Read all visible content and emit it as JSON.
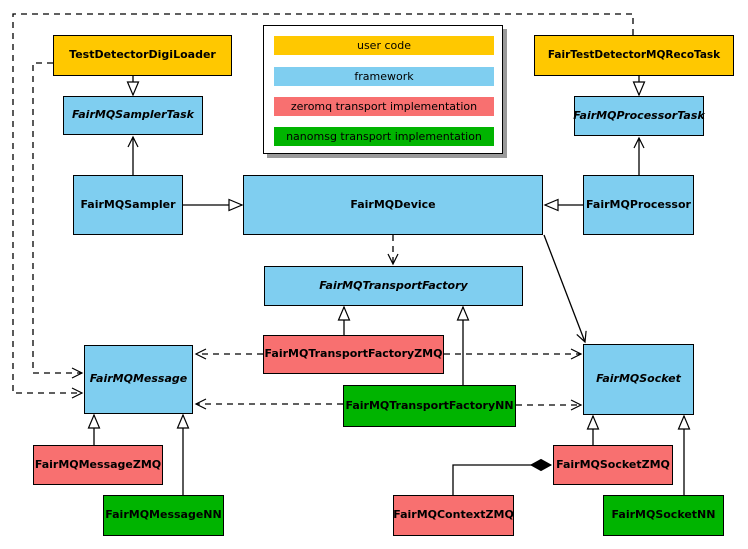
{
  "colors": {
    "user_code": "#FFC800",
    "framework": "#7FCEF0",
    "zeromq": "#F87070",
    "nanomsg": "#00B400"
  },
  "legend": {
    "items": [
      {
        "label": "user code",
        "color": "#FFC800"
      },
      {
        "label": "framework",
        "color": "#7FCEF0"
      },
      {
        "label": "zeromq transport implementation",
        "color": "#F87070"
      },
      {
        "label": "nanomsg transport implementation",
        "color": "#00B400"
      }
    ]
  },
  "nodes": {
    "testDetectorDigiLoader": {
      "label": "TestDetectorDigiLoader",
      "category": "user_code",
      "abstract": false
    },
    "fairTestDetectorMQRecoTask": {
      "label": "FairTestDetectorMQRecoTask",
      "category": "user_code",
      "abstract": false
    },
    "fairMQSamplerTask": {
      "label": "FairMQSamplerTask",
      "category": "framework",
      "abstract": true
    },
    "fairMQProcessorTask": {
      "label": "FairMQProcessorTask",
      "category": "framework",
      "abstract": true
    },
    "fairMQSampler": {
      "label": "FairMQSampler",
      "category": "framework",
      "abstract": false
    },
    "fairMQDevice": {
      "label": "FairMQDevice",
      "category": "framework",
      "abstract": false
    },
    "fairMQProcessor": {
      "label": "FairMQProcessor",
      "category": "framework",
      "abstract": false
    },
    "fairMQTransportFactory": {
      "label": "FairMQTransportFactory",
      "category": "framework",
      "abstract": true
    },
    "fairMQTransportFactoryZMQ": {
      "label": "FairMQTransportFactoryZMQ",
      "category": "zeromq",
      "abstract": false
    },
    "fairMQTransportFactoryNN": {
      "label": "FairMQTransportFactoryNN",
      "category": "nanomsg",
      "abstract": false
    },
    "fairMQMessage": {
      "label": "FairMQMessage",
      "category": "framework",
      "abstract": true
    },
    "fairMQSocket": {
      "label": "FairMQSocket",
      "category": "framework",
      "abstract": true
    },
    "fairMQMessageZMQ": {
      "label": "FairMQMessageZMQ",
      "category": "zeromq",
      "abstract": false
    },
    "fairMQMessageNN": {
      "label": "FairMQMessageNN",
      "category": "nanomsg",
      "abstract": false
    },
    "fairMQContextZMQ": {
      "label": "FairMQContextZMQ",
      "category": "zeromq",
      "abstract": false
    },
    "fairMQSocketZMQ": {
      "label": "FairMQSocketZMQ",
      "category": "zeromq",
      "abstract": false
    },
    "fairMQSocketNN": {
      "label": "FairMQSocketNN",
      "category": "nanomsg",
      "abstract": false
    }
  },
  "edges": [
    {
      "from": "TestDetectorDigiLoader",
      "to": "FairMQSamplerTask",
      "line": "solid",
      "arrow": "hollow-triangle"
    },
    {
      "from": "FairTestDetectorMQRecoTask",
      "to": "FairMQProcessorTask",
      "line": "solid",
      "arrow": "hollow-triangle"
    },
    {
      "from": "FairMQSampler",
      "to": "FairMQSamplerTask",
      "line": "solid",
      "arrow": "open"
    },
    {
      "from": "FairMQProcessor",
      "to": "FairMQProcessorTask",
      "line": "solid",
      "arrow": "open"
    },
    {
      "from": "FairMQSampler",
      "to": "FairMQDevice",
      "line": "solid",
      "arrow": "hollow-triangle"
    },
    {
      "from": "FairMQProcessor",
      "to": "FairMQDevice",
      "line": "solid",
      "arrow": "hollow-triangle"
    },
    {
      "from": "FairMQDevice",
      "to": "FairMQTransportFactory",
      "line": "dashed",
      "arrow": "open"
    },
    {
      "from": "FairMQDevice",
      "to": "FairMQSocket",
      "line": "solid",
      "arrow": "open"
    },
    {
      "from": "FairMQTransportFactoryZMQ",
      "to": "FairMQTransportFactory",
      "line": "solid",
      "arrow": "hollow-triangle"
    },
    {
      "from": "FairMQTransportFactoryNN",
      "to": "FairMQTransportFactory",
      "line": "solid",
      "arrow": "hollow-triangle"
    },
    {
      "from": "FairMQTransportFactoryZMQ",
      "to": "FairMQMessage",
      "line": "dashed",
      "arrow": "open"
    },
    {
      "from": "FairMQTransportFactoryZMQ",
      "to": "FairMQSocket",
      "line": "dashed",
      "arrow": "open"
    },
    {
      "from": "FairMQTransportFactoryNN",
      "to": "FairMQMessage",
      "line": "dashed",
      "arrow": "open"
    },
    {
      "from": "FairMQTransportFactoryNN",
      "to": "FairMQSocket",
      "line": "dashed",
      "arrow": "open"
    },
    {
      "from": "FairMQMessageZMQ",
      "to": "FairMQMessage",
      "line": "solid",
      "arrow": "hollow-triangle"
    },
    {
      "from": "FairMQMessageNN",
      "to": "FairMQMessage",
      "line": "solid",
      "arrow": "hollow-triangle"
    },
    {
      "from": "FairMQSocketZMQ",
      "to": "FairMQSocket",
      "line": "solid",
      "arrow": "hollow-triangle"
    },
    {
      "from": "FairMQSocketNN",
      "to": "FairMQSocket",
      "line": "solid",
      "arrow": "hollow-triangle"
    },
    {
      "from": "FairMQContextZMQ",
      "to": "FairMQSocketZMQ",
      "line": "solid",
      "arrow": "filled-diamond"
    },
    {
      "from": "TestDetectorDigiLoader",
      "to": "FairMQMessage",
      "line": "dashed",
      "arrow": "open"
    },
    {
      "from": "FairTestDetectorMQRecoTask",
      "to": "FairMQMessage",
      "line": "dashed",
      "arrow": "open"
    }
  ]
}
